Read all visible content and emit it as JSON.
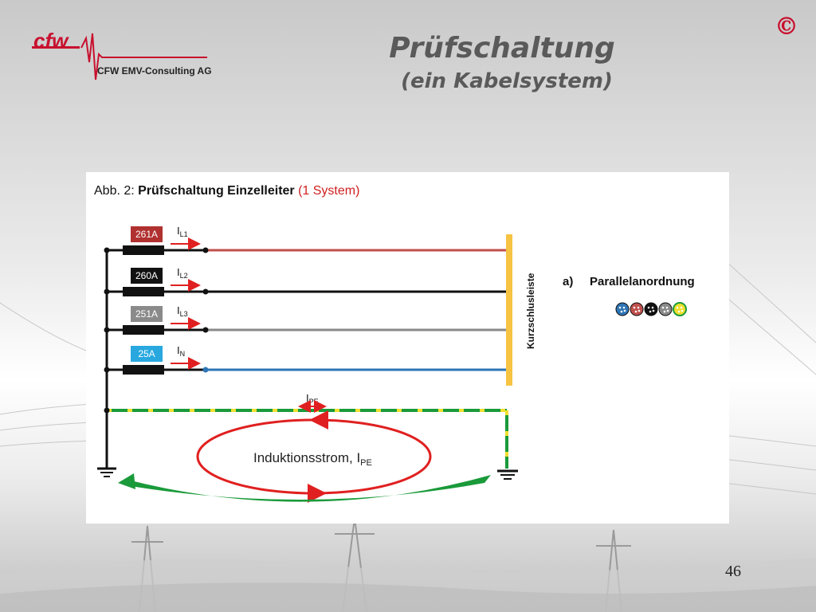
{
  "slide": {
    "title": "Prüfschaltung",
    "subtitle": "(ein Kabelsystem)",
    "copyright_symbol": "©",
    "page_number": "46"
  },
  "logo": {
    "wordmark": "cfw",
    "company": "CFW EMV-Consulting AG"
  },
  "figure": {
    "caption_prefix": "Abb. 2: ",
    "caption_bold": "Prüfschaltung Einzelleiter",
    "caption_red": " (1 System)",
    "conductors": [
      {
        "current": "261A",
        "label": "I",
        "sub": "L1",
        "color": "#b0312f",
        "line_color": "#c0504d"
      },
      {
        "current": "260A",
        "label": "I",
        "sub": "L2",
        "color": "#111111",
        "line_color": "#111111"
      },
      {
        "current": "251A",
        "label": "I",
        "sub": "L3",
        "color": "#8a8a8a",
        "line_color": "#8a8a8a"
      },
      {
        "current": "25A",
        "label": "I",
        "sub": "N",
        "color": "#29a8e0",
        "line_color": "#2e75b6"
      }
    ],
    "pe_label": "I",
    "pe_sub": "PE",
    "short_circuit_bar": "Kurzschlusleiste",
    "induction_text": "Induktionsstrom, I",
    "induction_sub": "PE",
    "arrangement_letter": "a)",
    "arrangement_label": "Parallelanordnung"
  },
  "colors": {
    "accent_red": "#c8102e",
    "arrow_red": "#e02020",
    "bar_yellow": "#f6c343",
    "pe_green": "#1a9a3a",
    "pe_yellow": "#f0e030"
  }
}
